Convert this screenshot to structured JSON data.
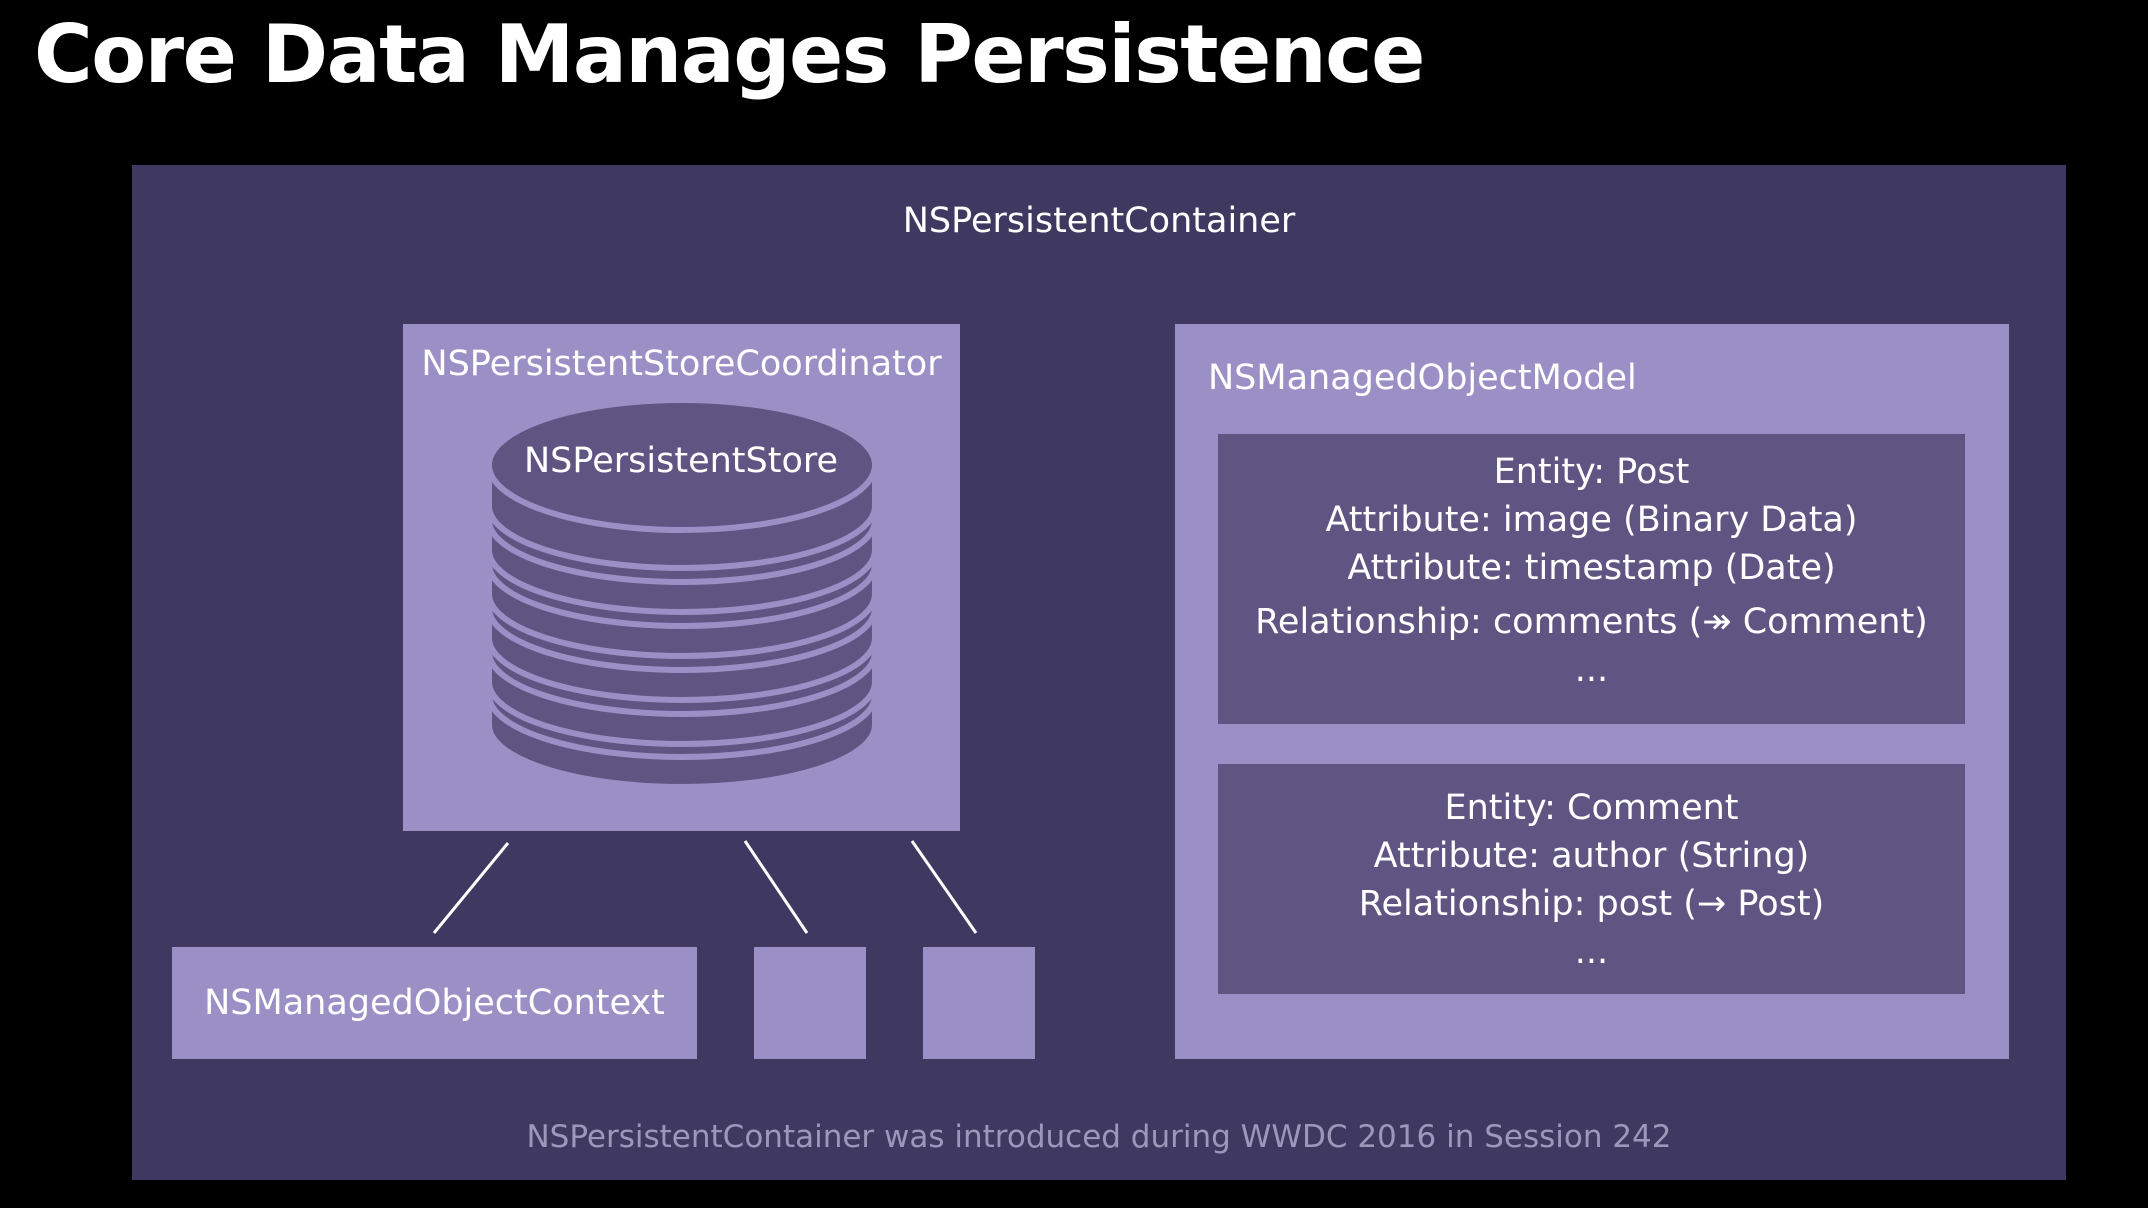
{
  "title": "Core Data Manages Persistence",
  "container": {
    "label": "NSPersistentContainer",
    "footnote": "NSPersistentContainer was introduced during WWDC 2016 in Session 242"
  },
  "coordinator": {
    "label": "NSPersistentStoreCoordinator",
    "store_label": "NSPersistentStore"
  },
  "contexts": {
    "main_label": "NSManagedObjectContext"
  },
  "model": {
    "label": "NSManagedObjectModel",
    "entities": [
      {
        "lines": [
          "Entity: Post",
          "Attribute: image (Binary Data)",
          "Attribute: timestamp (Date)",
          "Relationship: comments (↠ Comment)",
          "..."
        ]
      },
      {
        "lines": [
          "Entity: Comment",
          "Attribute: author (String)",
          "Relationship: post (→ Post)",
          "..."
        ]
      }
    ]
  },
  "colors": {
    "background": "#000000",
    "container": "#3f3860",
    "box": "#9a90c6",
    "entity": "#5f5583"
  }
}
